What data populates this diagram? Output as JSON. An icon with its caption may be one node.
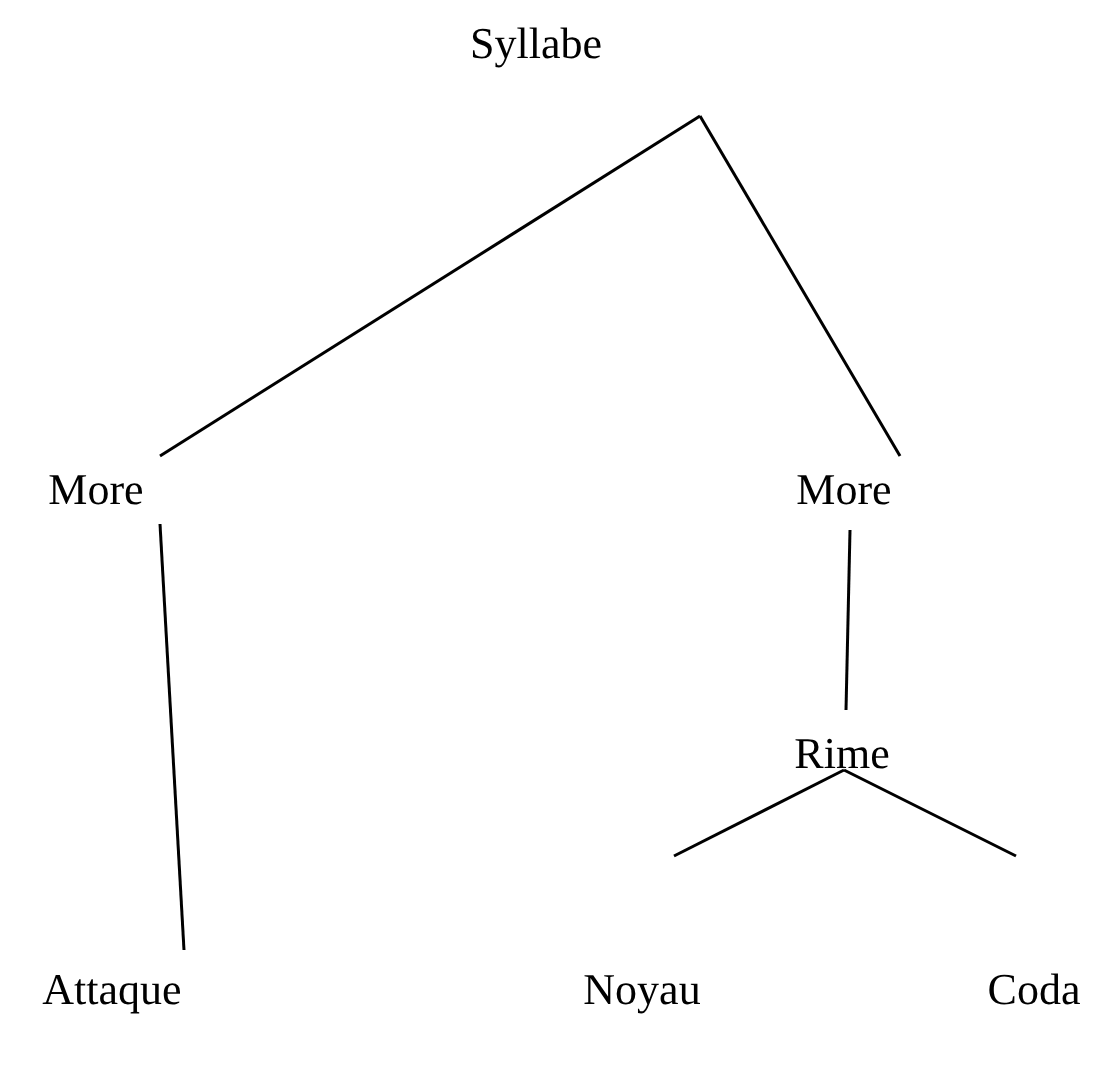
{
  "diagram": {
    "nodes": [
      {
        "text": [
          "Syllabe"
        ]
      },
      {
        "text": [
          "More"
        ]
      },
      {
        "text": [
          "More"
        ]
      },
      {
        "text": [
          "Rime"
        ]
      },
      {
        "text": [
          "Attaque"
        ]
      },
      {
        "text": [
          "Noyau"
        ]
      },
      {
        "text": [
          "Coda"
        ]
      }
    ],
    "edges": [
      {
        "from": 0,
        "to": 1,
        "arrow": "none"
      },
      {
        "from": 0,
        "to": 2,
        "arrow": "none"
      },
      {
        "from": 1,
        "to": 4,
        "arrow": "none"
      },
      {
        "from": 2,
        "to": 3,
        "arrow": "none"
      },
      {
        "from": 3,
        "to": 5,
        "arrow": "none"
      },
      {
        "from": 3,
        "to": 6,
        "arrow": "none"
      }
    ]
  }
}
